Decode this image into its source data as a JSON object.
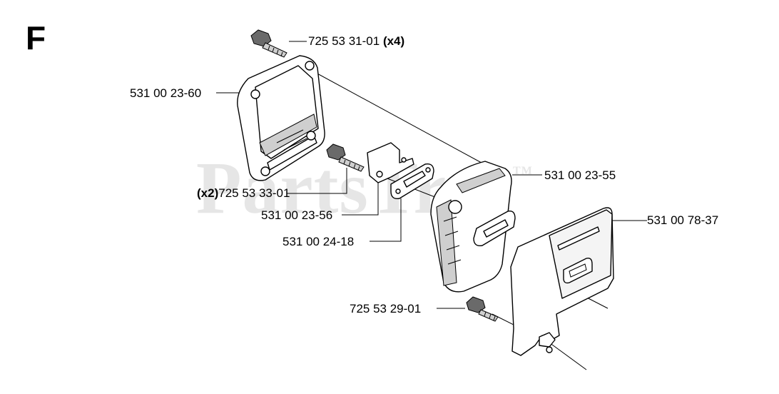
{
  "section_letter": "F",
  "watermark": {
    "text": "PartsTree",
    "tm": "TM"
  },
  "labels": {
    "bolt_top": {
      "number": "725 53 31-01",
      "qty": "(x4)"
    },
    "cover": "531 00 23-60",
    "bolt_mid": {
      "qty": "(x2)",
      "number": "725 53 33-01"
    },
    "bracket": "531 00 23-56",
    "gasket": "531 00 24-18",
    "muffler": "531 00 23-55",
    "shield": "531 00 78-37",
    "bolt_low": "725 53 29-01"
  }
}
